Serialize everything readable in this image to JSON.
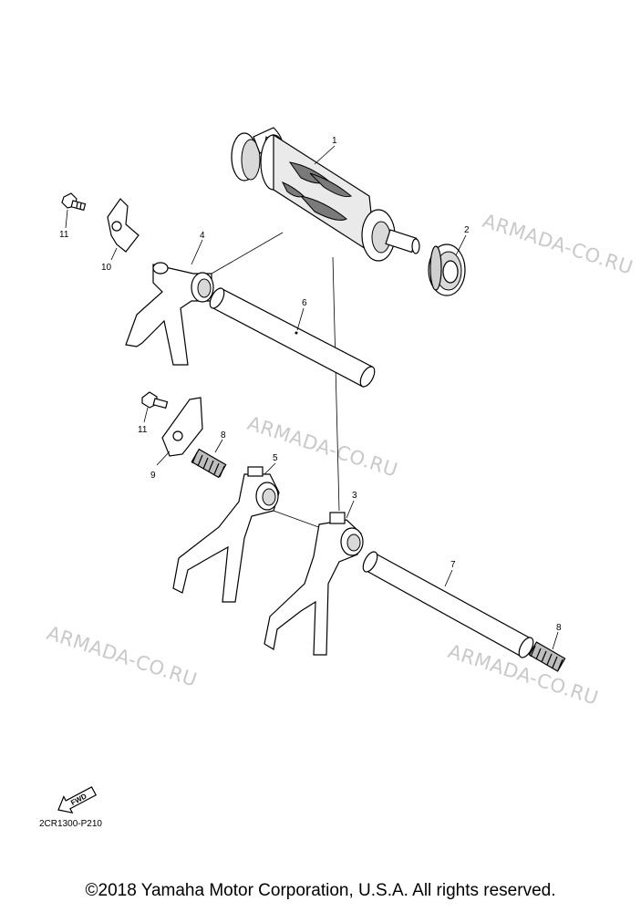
{
  "diagram": {
    "parts": [
      {
        "number": "1",
        "icon": "shift-cam-drum"
      },
      {
        "number": "2",
        "icon": "bearing"
      },
      {
        "number": "3",
        "icon": "shift-fork"
      },
      {
        "number": "4",
        "icon": "shift-fork"
      },
      {
        "number": "5",
        "icon": "shift-fork"
      },
      {
        "number": "6",
        "icon": "fork-guide-bar"
      },
      {
        "number": "7",
        "icon": "fork-guide-bar"
      },
      {
        "number": "8a",
        "label": "8",
        "icon": "spring"
      },
      {
        "number": "8b",
        "label": "8",
        "icon": "spring"
      },
      {
        "number": "9",
        "icon": "stopper-plate"
      },
      {
        "number": "10",
        "icon": "stopper-plate"
      },
      {
        "number": "11a",
        "label": "11",
        "icon": "bolt"
      },
      {
        "number": "11b",
        "label": "11",
        "icon": "bolt"
      }
    ],
    "watermark": "ARMADA-CO.RU",
    "fwd_label": "FWD",
    "diagram_code": "2CR1300-P210"
  },
  "footer": {
    "copyright": "©2018 Yamaha Motor Corporation, U.S.A. All rights reserved."
  }
}
